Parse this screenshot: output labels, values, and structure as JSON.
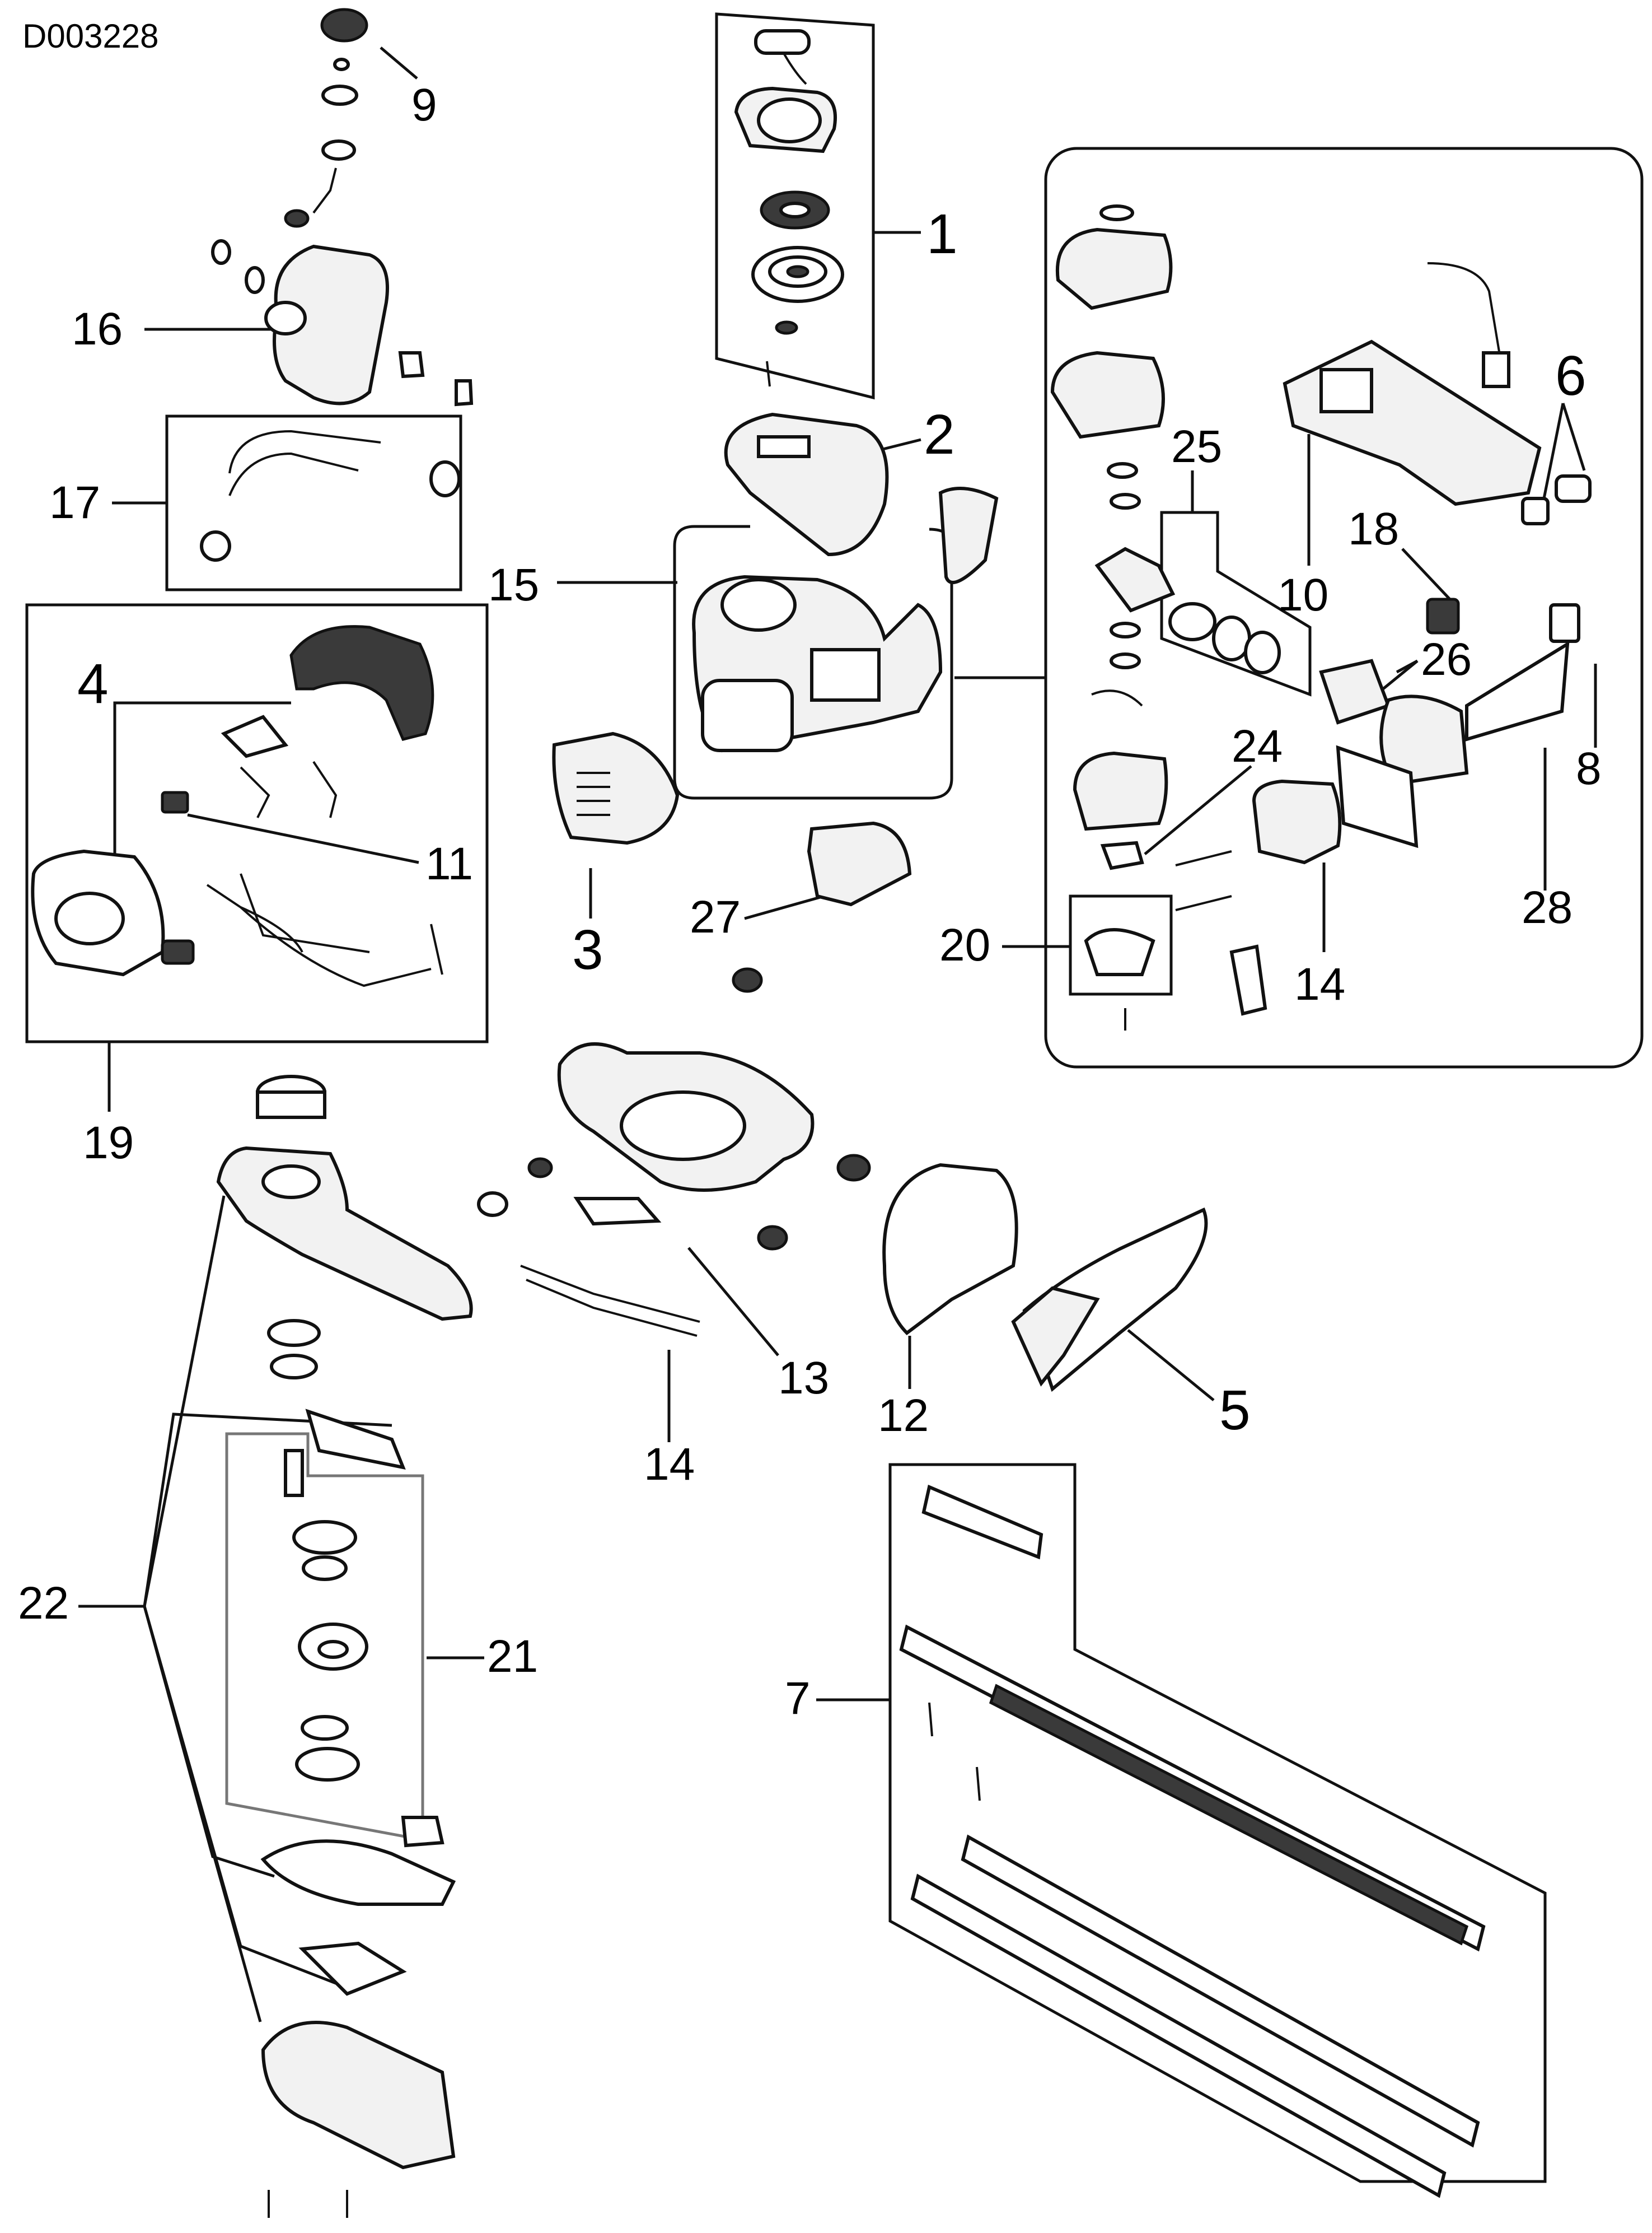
{
  "document_code": "D003228",
  "callouts": [
    {
      "id": "c1",
      "text": "1"
    },
    {
      "id": "c2",
      "text": "2"
    },
    {
      "id": "c3",
      "text": "3"
    },
    {
      "id": "c4",
      "text": "4"
    },
    {
      "id": "c5",
      "text": "5"
    },
    {
      "id": "c6",
      "text": "6"
    },
    {
      "id": "c7",
      "text": "7"
    },
    {
      "id": "c8",
      "text": "8"
    },
    {
      "id": "c9",
      "text": "9"
    },
    {
      "id": "c10",
      "text": "10"
    },
    {
      "id": "c11",
      "text": "11"
    },
    {
      "id": "c12",
      "text": "12"
    },
    {
      "id": "c13",
      "text": "13"
    },
    {
      "id": "c14a",
      "text": "14"
    },
    {
      "id": "c14b",
      "text": "14"
    },
    {
      "id": "c15",
      "text": "15"
    },
    {
      "id": "c16",
      "text": "16"
    },
    {
      "id": "c17",
      "text": "17"
    },
    {
      "id": "c18",
      "text": "18"
    },
    {
      "id": "c19",
      "text": "19"
    },
    {
      "id": "c20",
      "text": "20"
    },
    {
      "id": "c21",
      "text": "21"
    },
    {
      "id": "c22",
      "text": "22"
    },
    {
      "id": "c24",
      "text": "24"
    },
    {
      "id": "c25",
      "text": "25"
    },
    {
      "id": "c26",
      "text": "26"
    },
    {
      "id": "c27",
      "text": "27"
    },
    {
      "id": "c28",
      "text": "28"
    }
  ]
}
